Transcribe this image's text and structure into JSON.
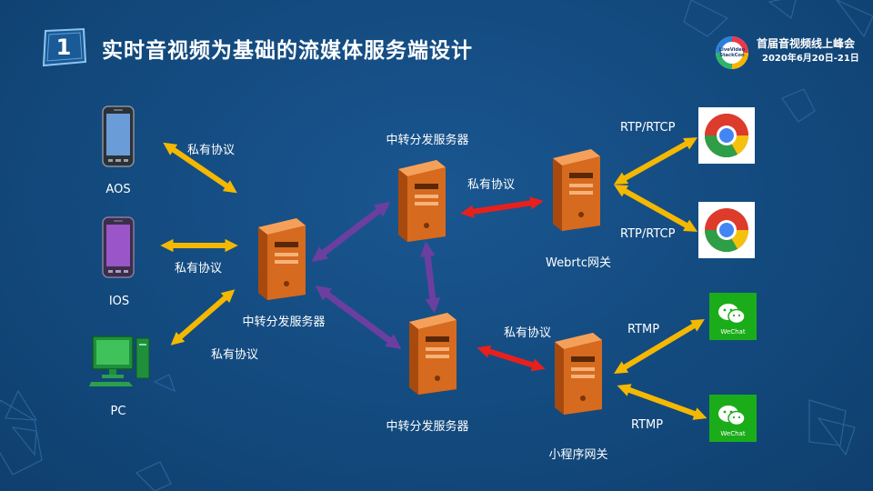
{
  "slide": {
    "number": "1",
    "title": "实时音视频为基础的流媒体服务端设计"
  },
  "conference": {
    "logo_text": "LiveVideo StackCon",
    "name": "首届音视频线上峰会",
    "date": "2020年6月20日-21日"
  },
  "clients": {
    "aos": {
      "label": "AOS",
      "icon": "android-phone-icon"
    },
    "ios": {
      "label": "IOS",
      "icon": "ios-phone-icon"
    },
    "pc": {
      "label": "PC",
      "icon": "pc-icon"
    }
  },
  "servers": {
    "relay_center": "中转分发服务器",
    "relay_top": "中转分发服务器",
    "relay_bottom": "中转分发服务器"
  },
  "gateways": {
    "webrtc": "Webrtc网关",
    "miniprogram": "小程序网关"
  },
  "protocols": {
    "aos_link": "私有协议",
    "ios_link": "私有协议",
    "pc_link": "私有协议",
    "webrtc_link": "私有协议",
    "miniprogram_link": "私有协议",
    "chrome_top": "RTP/RTCP",
    "chrome_bottom": "RTP/RTCP",
    "wechat_top": "RTMP",
    "wechat_bottom": "RTMP"
  },
  "endpoints": {
    "chrome_icon": "chrome-icon",
    "wechat_icon": "wechat-icon",
    "wechat_text": "WeChat"
  },
  "colors": {
    "background": "#134a7e",
    "client_arrow": "#f5b800",
    "relay_arrow": "#6b3fa0",
    "gateway_arrow": "#e8201c",
    "server": "#e8782a",
    "wechat_green": "#1aad19"
  }
}
